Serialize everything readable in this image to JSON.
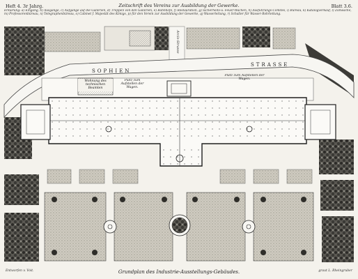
{
  "header": {
    "left": "Heft 4. 3r Jahrg.",
    "center": "Zeitschrift des Vereins zur Ausbildung der Gewerke.",
    "right": "Blatt 3.6."
  },
  "legend_text": "Erklärung: a) Eingang, b) Ausgänge, c) Aufgänge auf die Gallerien, d) Treppen von den Gallerien, e) Bahnhöfe, f) Restauration, g) Sicherheits-u. Feuer-Wachen, h) Ausführungs-Comités, i) Bureau, k) Katalogverkauf, l) Zollwache, m) Professorenbüreau, n) Telegraphenbüreau, o) Cabinet f. Majestät des Königs, p) für den Verein zur Ausbildung der Gewerke, q) Wasserleitung, r) Schalter für Wasser-Rohrleitung.",
  "streets": {
    "sophien": "SOPHIEN",
    "strasse": "STRASSE",
    "arcis": "Arcis-Strasse"
  },
  "labels": {
    "wohnung": "Wohnung des technischen Beamten",
    "platz_left": "Platz zum Aufstellen der Wagen.",
    "platz_right": "Platz zum Aufstellen der Wagen."
  },
  "footer": {
    "title": "Grundplan des Industrie-Ausstellungs-Gebäudes.",
    "left_credit": "Entworfen v. Voit.",
    "right_credit": "graut L. Rheingruber"
  }
}
